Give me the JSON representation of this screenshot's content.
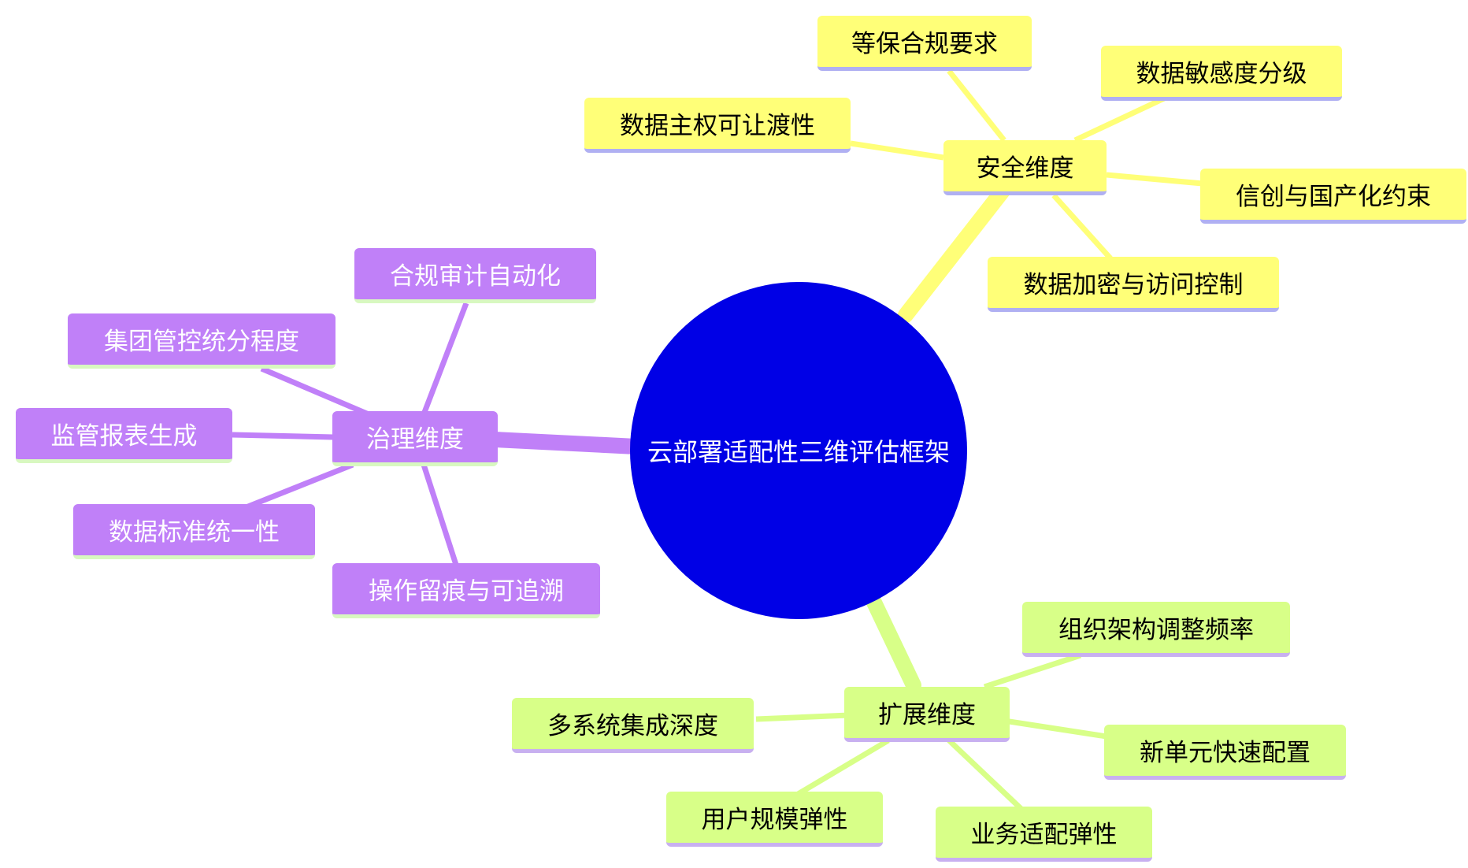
{
  "diagram": {
    "type": "mindmap",
    "root": {
      "label": "云部署适配性三维评估框架",
      "color": "#0000e6"
    },
    "branches": [
      {
        "key": "security",
        "label": "安全维度",
        "color": "#ffff78",
        "children": [
          "等保合规要求",
          "数据敏感度分级",
          "数据主权可让渡性",
          "信创与国产化约束",
          "数据加密与访问控制"
        ]
      },
      {
        "key": "governance",
        "label": "治理维度",
        "color": "#c080f8",
        "children": [
          "合规审计自动化",
          "集团管控统分程度",
          "监管报表生成",
          "数据标准统一性",
          "操作留痕与可追溯"
        ]
      },
      {
        "key": "expansion",
        "label": "扩展维度",
        "color": "#d8ff88",
        "children": [
          "组织架构调整频率",
          "多系统集成深度",
          "新单元快速配置",
          "用户规模弹性",
          "业务适配弹性"
        ]
      }
    ]
  }
}
